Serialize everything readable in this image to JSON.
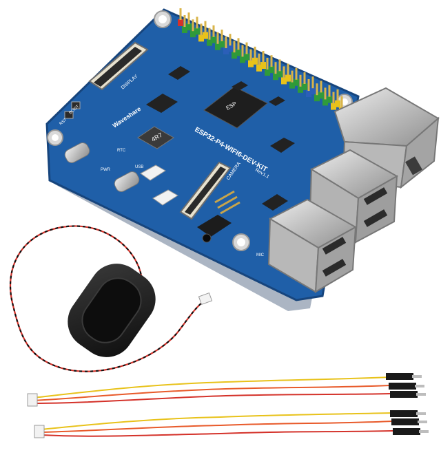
{
  "board": {
    "brand_text": "Waveshare",
    "model_text": "ESP32-P4-WIFI6-DEV-KIT",
    "revision_text": "Rev1.1",
    "chip_marking": "ESP",
    "inductor_marking": "4R7",
    "labels": {
      "display": "DISPLAY",
      "camera": "CAMERA",
      "rst": "RST",
      "boot": "BOOT",
      "pwr": "PWR",
      "usb": "USB",
      "rtc": "RTC",
      "mic": "MIC"
    }
  },
  "colors": {
    "pcb": "#1f5fa8",
    "pcb_edge": "#17457d",
    "header_yellow": "#e8c21a",
    "header_green": "#2f9a3a",
    "header_blue": "#2b5fb8",
    "header_red": "#d4322a",
    "metal": "#c9c9c9",
    "speaker": "#1a1a1a"
  },
  "accessories": {
    "speaker": "speaker-with-twisted-cable",
    "cables": "dupont-jumper-cables-x2"
  }
}
